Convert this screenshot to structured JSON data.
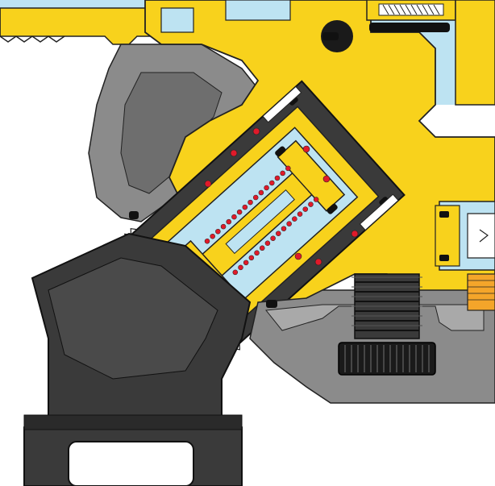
{
  "figure": {
    "kind": "mechanical cross-section illustration",
    "labels": []
  },
  "palette": {
    "yellow": "#f8d21c",
    "yellow_dark": "#e2b500",
    "light_blue": "#bde3f2",
    "dark_gray": "#3a3a3a",
    "mid_gray": "#8b8b8b",
    "light_gray": "#c9c9c9",
    "black": "#111111",
    "red": "#e01a2a",
    "orange": "#f4a52a",
    "white": "#ffffff"
  },
  "components": [
    {
      "id": "threaded-inlet",
      "color": "yellow"
    },
    {
      "id": "valve-body",
      "color": "yellow"
    },
    {
      "id": "outer-housing",
      "color": "mid_gray"
    },
    {
      "id": "angled-sleeve",
      "color": "dark_gray"
    },
    {
      "id": "spring-chamber",
      "color": "light_blue"
    },
    {
      "id": "piston",
      "color": "yellow"
    },
    {
      "id": "coil-spring",
      "color": "red"
    },
    {
      "id": "o-rings",
      "color": "black"
    },
    {
      "id": "bellows",
      "color": "dark_gray"
    },
    {
      "id": "knurled-knob",
      "color": "black"
    },
    {
      "id": "right-fitting",
      "color": "light_blue"
    },
    {
      "id": "base-mount",
      "color": "dark_gray"
    }
  ]
}
